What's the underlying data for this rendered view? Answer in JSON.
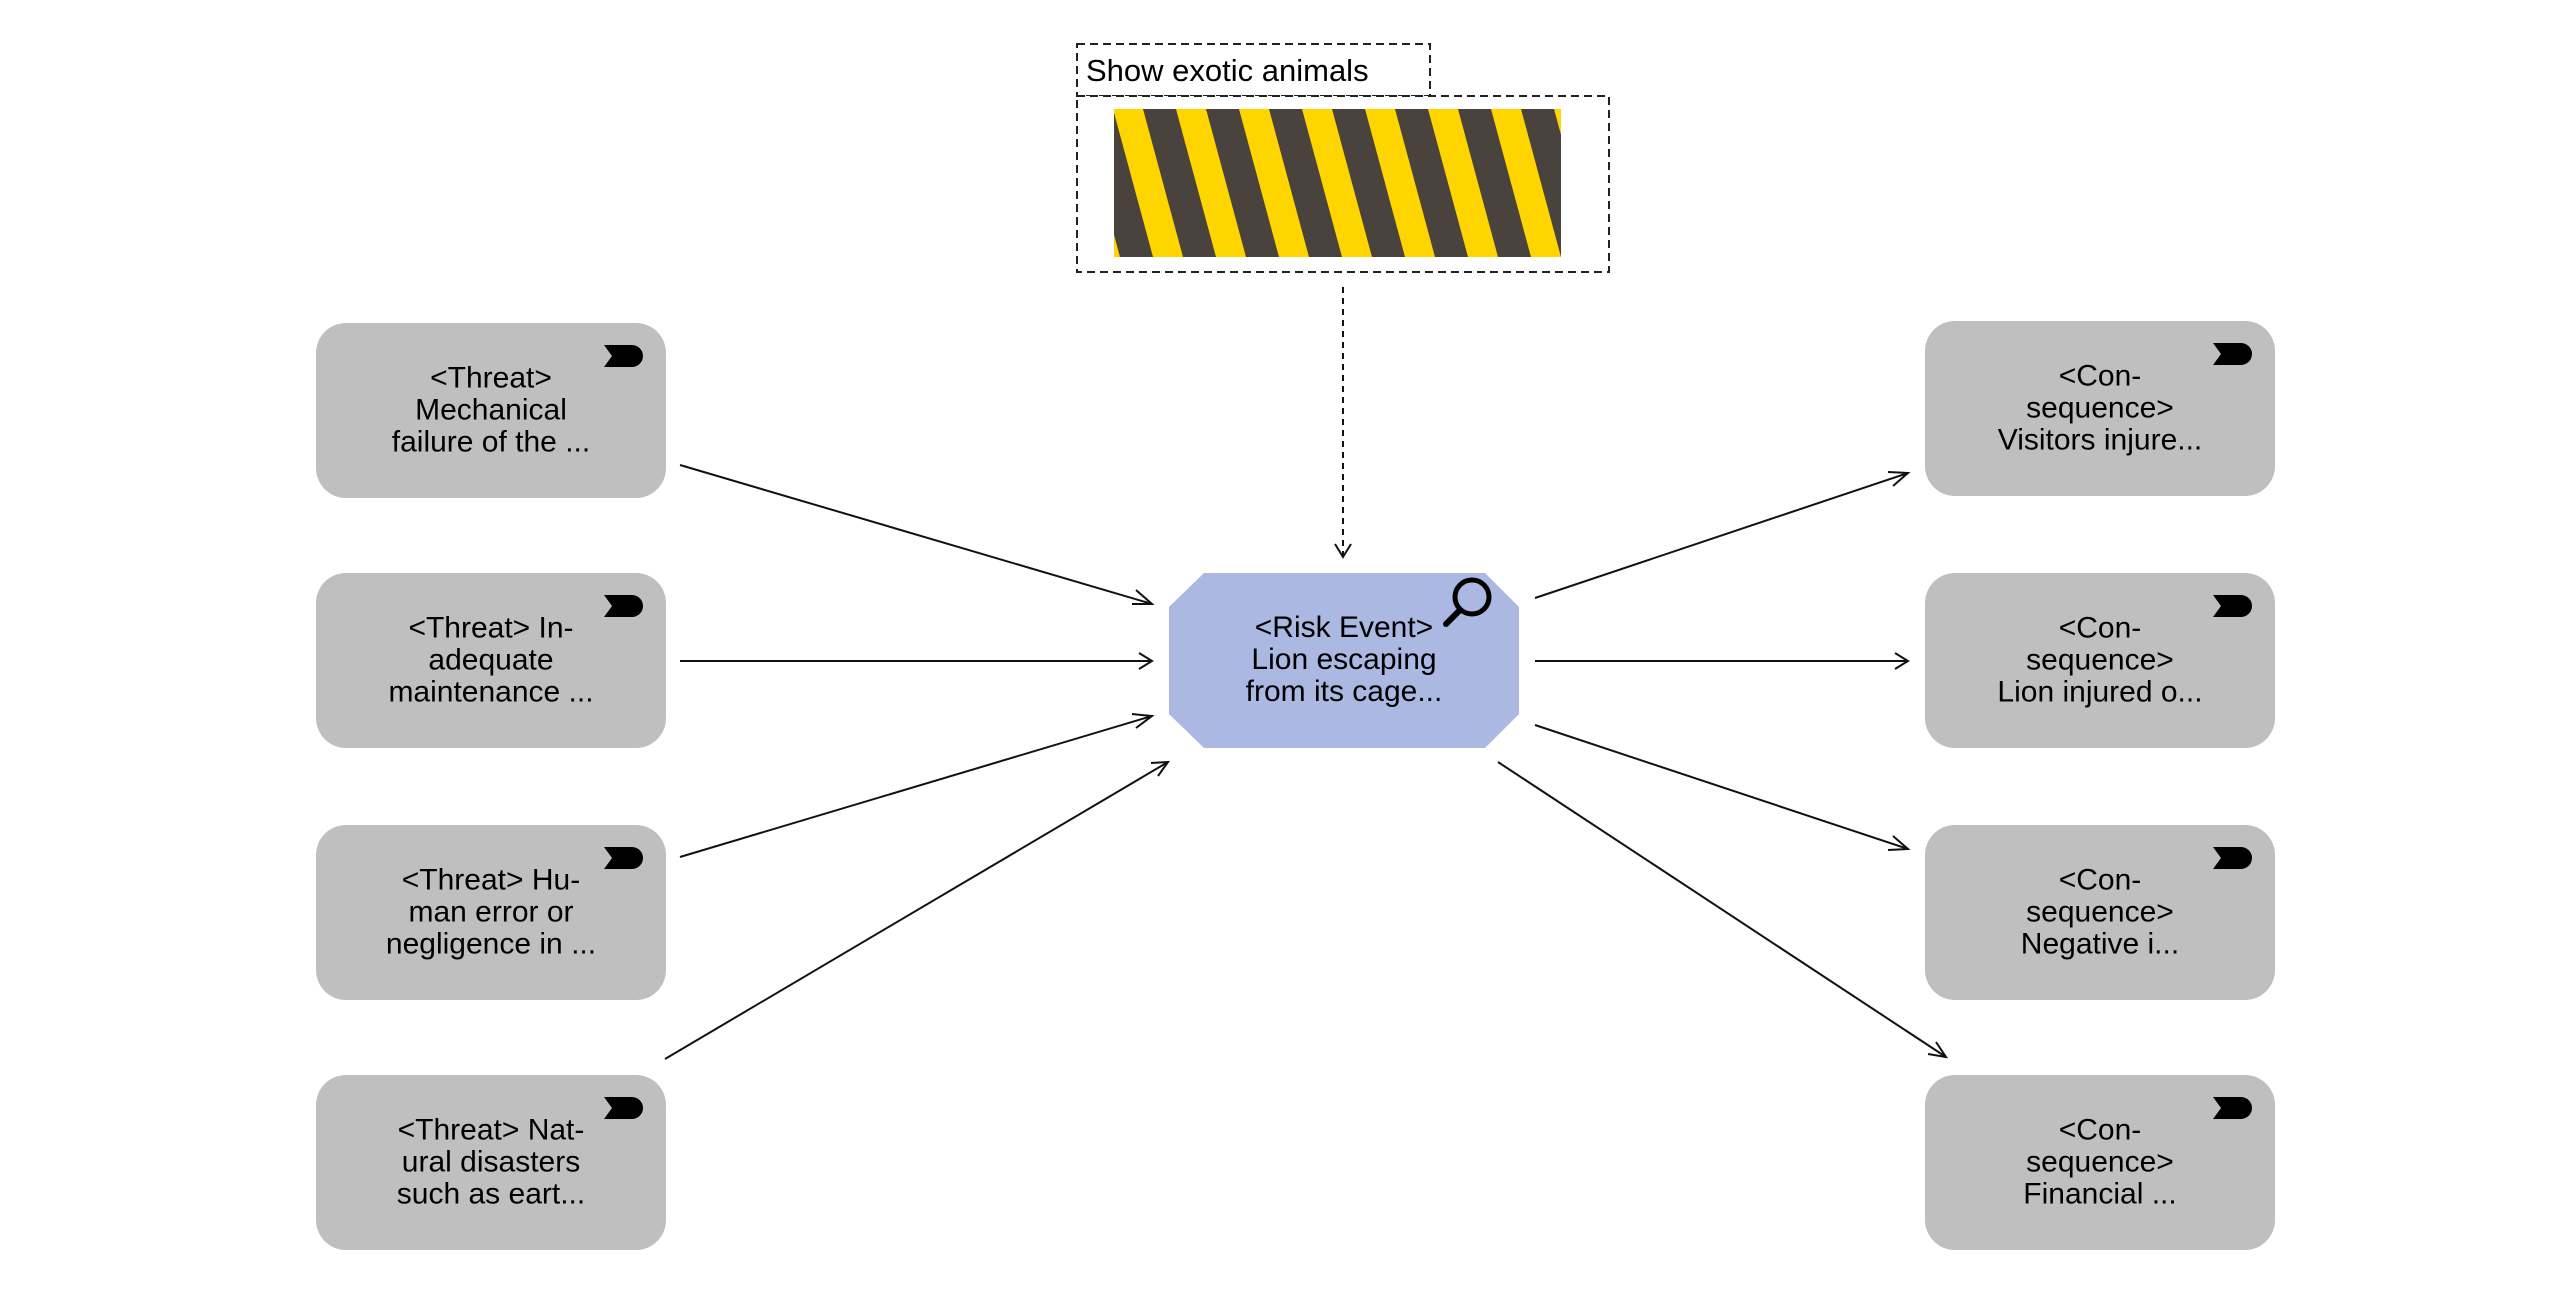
{
  "diagram": {
    "label_box": {
      "title": "Show exotic animals"
    },
    "risk_event": {
      "lines": [
        "<Risk Event>",
        "Lion escaping",
        "from its cage..."
      ],
      "icon": "magnifier-icon",
      "fill": "#aab8e2"
    },
    "threats": [
      {
        "lines": [
          "<Threat>",
          "Mechanical",
          "failure of the ..."
        ]
      },
      {
        "lines": [
          "<Threat> In-",
          "adequate",
          "maintenance ..."
        ]
      },
      {
        "lines": [
          "<Threat> Hu-",
          "man error or",
          "negligence in ..."
        ]
      },
      {
        "lines": [
          "<Threat> Nat-",
          "ural disasters",
          "such as eart..."
        ]
      }
    ],
    "consequences": [
      {
        "lines": [
          "<Con-",
          "sequence>",
          "Visitors injure..."
        ]
      },
      {
        "lines": [
          "<Con-",
          "sequence>",
          "Lion injured o..."
        ]
      },
      {
        "lines": [
          "<Con-",
          "sequence>",
          "Negative i..."
        ]
      },
      {
        "lines": [
          "<Con-",
          "sequence>",
          "Financial ..."
        ]
      }
    ],
    "colors": {
      "node_fill": "#bfbfbf",
      "hazard_yellow": "#ffd500",
      "hazard_dark": "#4a423c",
      "line": "#111111"
    },
    "icons": {
      "node_flag": "tag-icon"
    }
  }
}
